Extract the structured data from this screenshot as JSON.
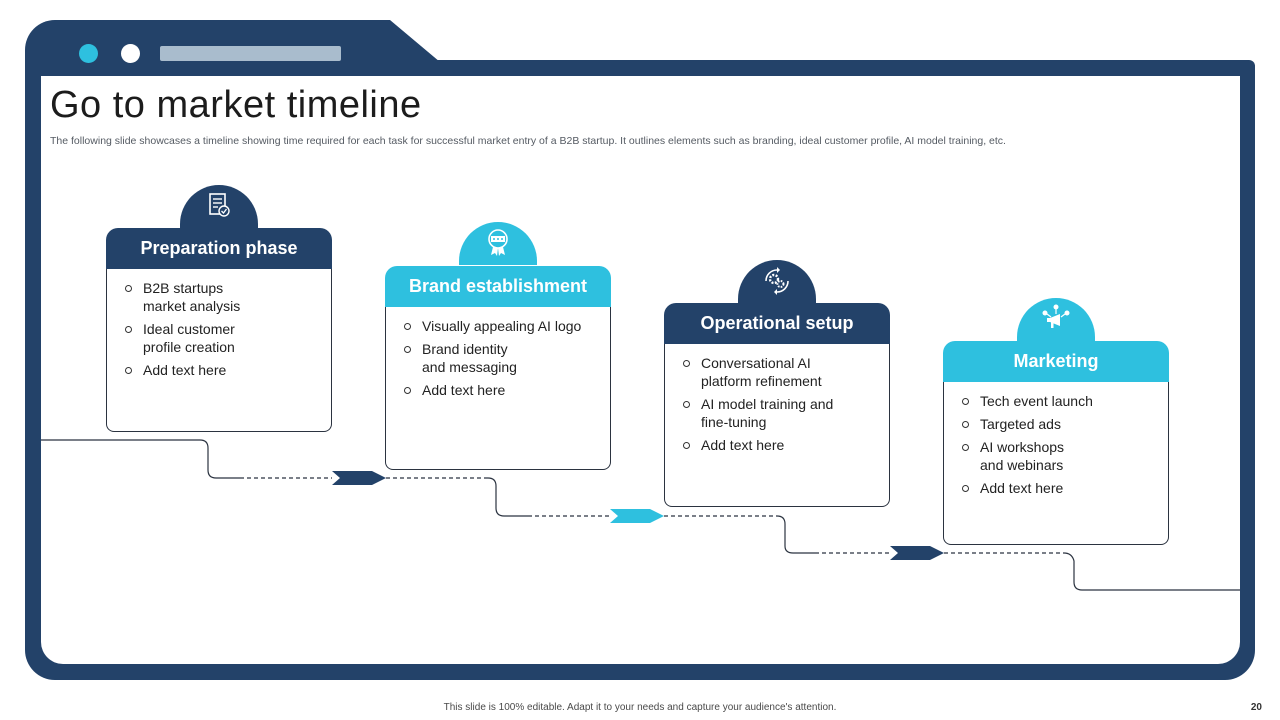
{
  "slide": {
    "title": "Go to market timeline",
    "subtitle": "The following slide showcases a timeline showing time required for each task for successful market entry of a B2B startup. It outlines elements such as branding, ideal customer profile, AI model training, etc.",
    "footer": "This slide is 100% editable.  Adapt it to your needs and capture your audience's attention.",
    "page_number": "20"
  },
  "colors": {
    "navy": "#234269",
    "cyan": "#2ec0df",
    "dot_cyan": "#2ec0df",
    "dot_white": "#ffffff"
  },
  "phases": [
    {
      "title": "Preparation phase",
      "icon": "checklist-document-icon",
      "color": "navy",
      "items": [
        "B2B startups market analysis",
        "Ideal customer profile creation",
        "Add text here"
      ]
    },
    {
      "title": "Brand establishment",
      "icon": "ribbon-badge-icon",
      "color": "cyan",
      "items": [
        "Visually appealing AI logo",
        "Brand identity and messaging",
        "Add text here"
      ]
    },
    {
      "title": "Operational setup",
      "icon": "gears-cycle-icon",
      "color": "navy",
      "items": [
        "Conversational AI platform refinement",
        "AI model training and fine-tuning",
        "Add text here"
      ]
    },
    {
      "title": "Marketing",
      "icon": "megaphone-network-icon",
      "color": "cyan",
      "items": [
        "Tech event launch",
        "Targeted ads",
        "AI workshops and webinars",
        "Add text here"
      ]
    }
  ]
}
